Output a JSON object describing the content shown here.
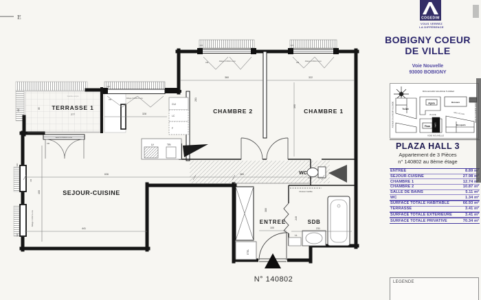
{
  "plan": {
    "edge_mark": "E",
    "rooms": {
      "terrasse": "TERRASSE 1",
      "sejour": "SEJOUR-CUISINE",
      "chambre2": "CHAMBRE 2",
      "chambre1": "CHAMBRE 1",
      "entree": "ENTREE",
      "sdb": "SDB",
      "wc": "WC"
    },
    "dims": {
      "terrasse_w": "277",
      "terrasse_h": "85",
      "kitchen_w": "328",
      "kitchen_h": "281",
      "chambre2_w": "360",
      "chambre1_w": "322",
      "chambre1_h": "395",
      "sejour_w": "636",
      "sejour_bottom": "441",
      "sejour_h": "400",
      "corridor": "369",
      "entree_w": "100",
      "entree_h": "380",
      "sdb_w": "231",
      "sdb_h": "240",
      "wc_w": "134"
    },
    "fixtures": {
      "cui": "CUI",
      "lc": "LC",
      "f": "F",
      "lv": "LV",
      "tri": "TRI",
      "ll": "LL",
      "etel": "ETEL"
    },
    "annotations": {
      "gc": "GC",
      "vr": "VR",
      "allege": "Allège h=60cm env.",
      "seuil": "seuil h=5/60cm env.",
      "garde_corps": "Garde-corps",
      "cloison": "Cloison fusible"
    },
    "apartment_number": "N° 140802"
  },
  "panel": {
    "logo": {
      "brand": "COGEDIM",
      "tagline_line1": "VOUS VERREZ",
      "tagline_line2": "LA DIFFÉRENCE"
    },
    "project": {
      "title_line1": "BOBIGNY COEUR",
      "title_line2": "DE VILLE",
      "address_line1": "Voie Nouvelle",
      "address_line2": "93000 BOBIGNY"
    },
    "map": {
      "streets": {
        "top": "BOULEVARD MAURICE THOREZ",
        "left": "AVENUE SALVADOR ALLENDE",
        "right": "RUE DU CHEMIN VERT",
        "bottom": "VOIE NOUVELLE",
        "diagonal": "MAIL VICTOR",
        "place": "PLACE"
      },
      "blocks": {
        "tsart": "Ts'Art",
        "agora": "Agora",
        "bureaux": "Bureaux",
        "plaza": "Plaza",
        "bosquets": "Bosquets",
        "hall3": "Hall 3"
      }
    },
    "unit": {
      "hall": "PLAZA HALL 3",
      "type": "Appartement de 3 Pièces",
      "detail": "n° 140802 au 8ème étage"
    },
    "surfaces": {
      "rows": [
        {
          "label": "ENTREE",
          "value": "8.89 m²"
        },
        {
          "label": "SEJOUR-CUISINE",
          "value": "27.98 m²"
        },
        {
          "label": "CHAMBRE 1",
          "value": "12.74 m²"
        },
        {
          "label": "CHAMBRE 2",
          "value": "10.87 m²"
        },
        {
          "label": "SALLE DE BAINS",
          "value": "5.11 m²"
        },
        {
          "label": "WC",
          "value": "1.34 m²"
        },
        {
          "label": "SURFACE TOTALE HABITABLE",
          "value": "66.93 m²"
        },
        {
          "label": "TERRASSE",
          "value": "3.41 m²"
        },
        {
          "label": "SURFACE TOTALE EXTERIEURE",
          "value": "3.41 m²"
        },
        {
          "label": "SURFACE TOTALE PRIVATIVE",
          "value": "70.34 m²"
        }
      ]
    },
    "legend": {
      "title": "LEGENDE"
    }
  },
  "colors": {
    "brand_purple": "#332d66",
    "title_navy": "#29246a",
    "table_purple": "#4338a0",
    "wall_black": "#151515"
  }
}
